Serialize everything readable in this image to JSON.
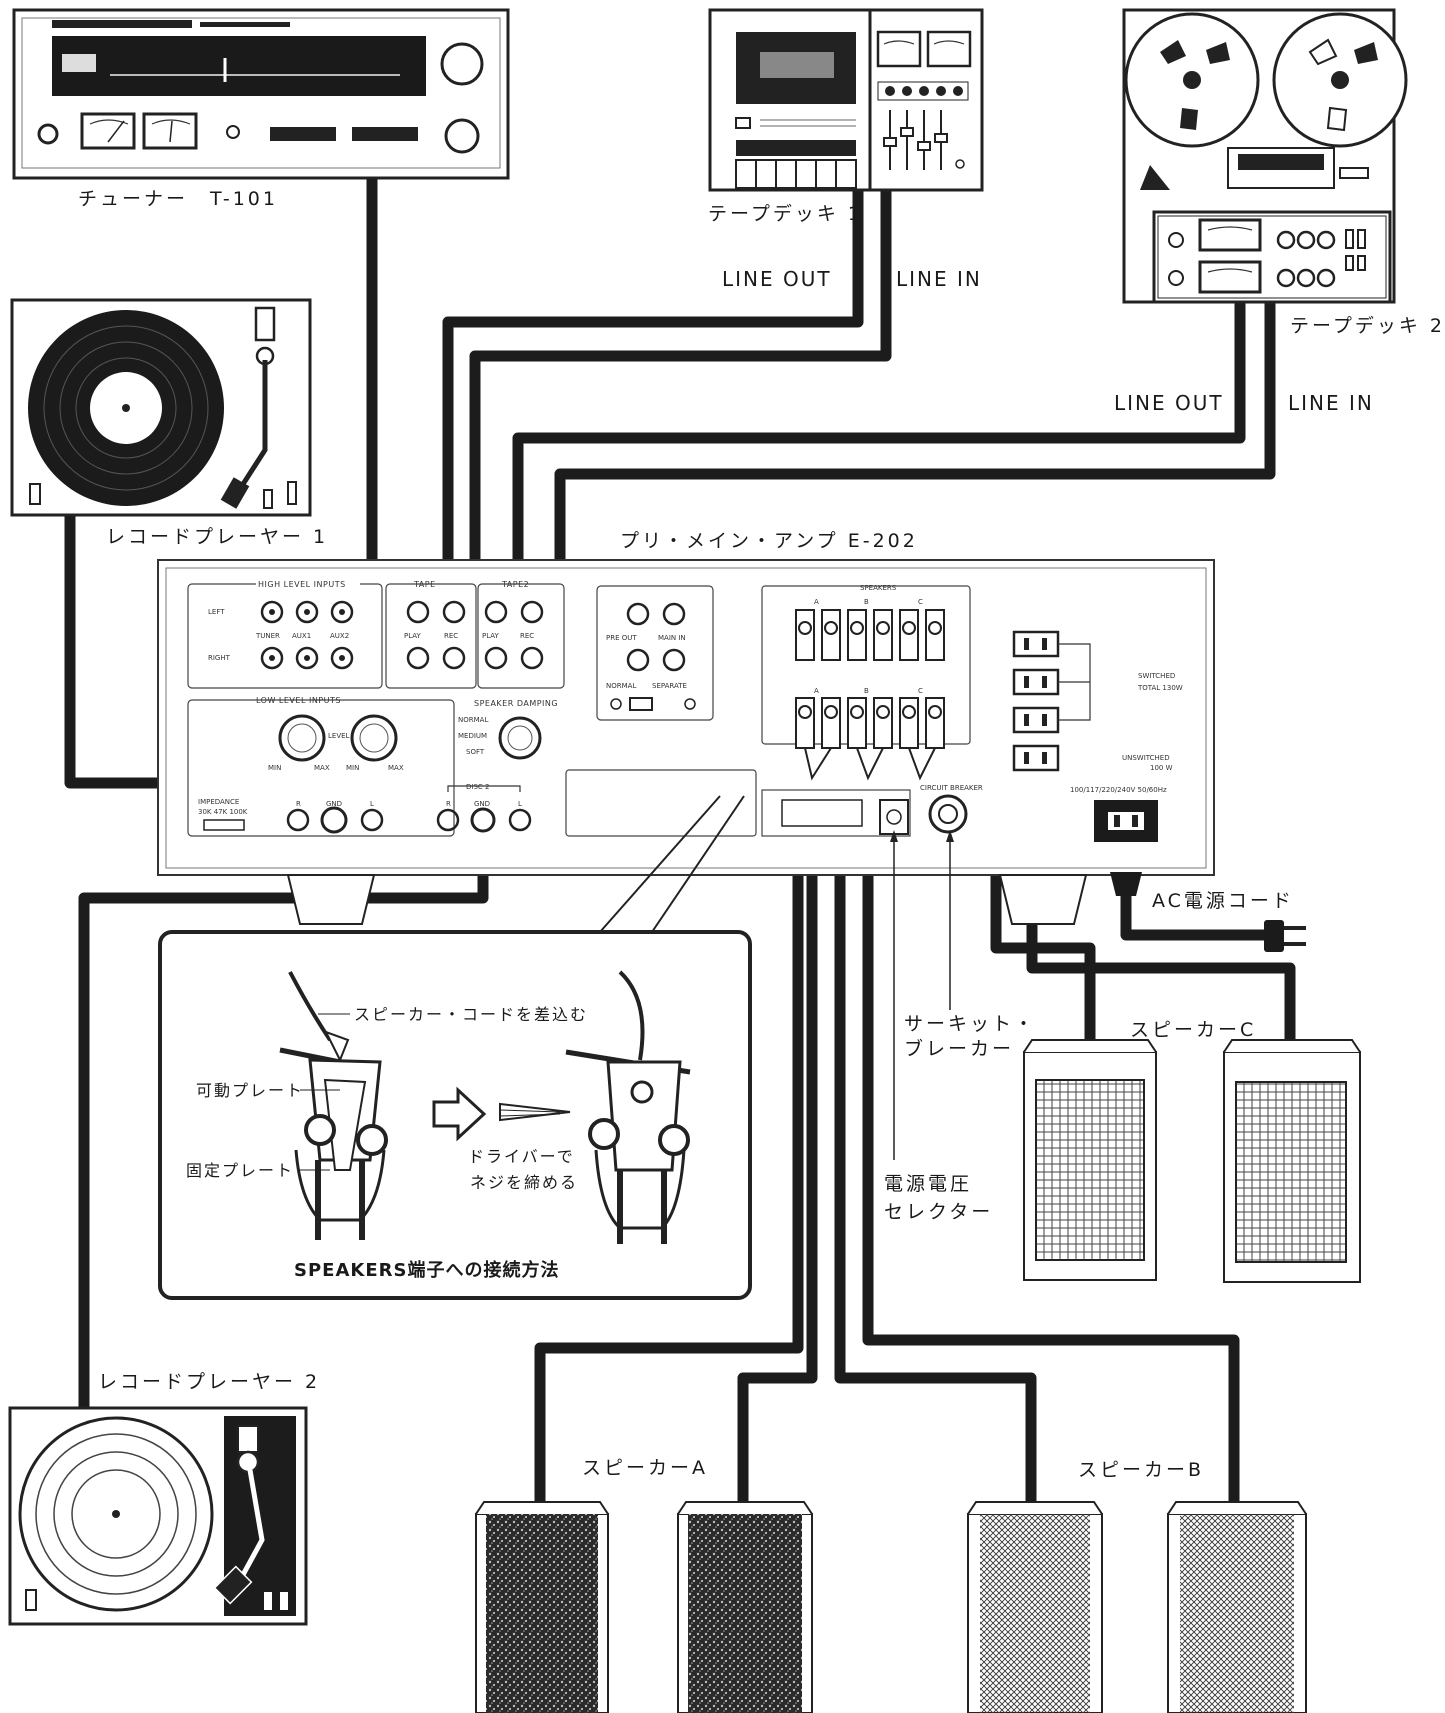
{
  "labels": {
    "tuner": "チューナー　T-101",
    "tape_deck_1": "テープデッキ 1",
    "tape_deck_2": "テープデッキ 2",
    "record_player_1": "レコードプレーヤー 1",
    "record_player_2": "レコードプレーヤー 2",
    "amp": "プリ・メイン・アンプ E-202",
    "line_out_1": "LINE  OUT",
    "line_in_1": "LINE  IN",
    "line_out_2": "LINE  OUT",
    "line_in_2": "LINE  IN",
    "ac_cord": "AC電源コード",
    "circuit_breaker_1": "サーキット・",
    "circuit_breaker_2": "ブレーカー",
    "voltage_selector_1": "電源電圧",
    "voltage_selector_2": "セレクター",
    "speaker_a": "スピーカーA",
    "speaker_b": "スピーカーB",
    "speaker_c": "スピーカーC"
  },
  "inset": {
    "title": "SPEAKERS端子への接続方法",
    "insert_cord": "スピーカー・コードを差込む",
    "movable_plate": "可動プレート",
    "fixed_plate": "固定プレート",
    "screw_1": "ドライバーで",
    "screw_2": "ネジを締める"
  },
  "panel": {
    "high_level_inputs": "HIGH LEVEL INPUTS",
    "left": "LEFT",
    "right": "RIGHT",
    "tuner": "TUNER",
    "aux1": "AUX1",
    "aux2": "AUX2",
    "tape": "TAPE",
    "tape2": "TAPE2",
    "play": "PLAY",
    "rec": "REC",
    "pre_out": "PRE OUT",
    "main_in": "MAIN IN",
    "normal": "NORMAL",
    "separate": "SEPARATE",
    "low_level_inputs": "LOW LEVEL INPUTS",
    "level": "LEVEL",
    "min": "MIN",
    "max": "MAX",
    "impedance": "IMPEDANCE",
    "impedance_values": "30K  47K  100K",
    "disc2": "DISC 2",
    "r": "R",
    "gnd": "GND",
    "l": "L",
    "speaker_damping": "SPEAKER DAMPING",
    "damp_normal": "NORMAL",
    "damp_medium": "MEDIUM",
    "damp_soft": "SOFT",
    "speakers": "SPEAKERS",
    "ch_a": "A",
    "ch_b": "B",
    "ch_c": "C",
    "switched": "SWITCHED",
    "switched_total": "TOTAL 130W",
    "unswitched": "UNSWITCHED",
    "unswitched_w": "100 W",
    "voltage_spec": "100/117/220/240V 50/60Hz",
    "circuit_breaker": "CIRCUIT BREAKER"
  }
}
